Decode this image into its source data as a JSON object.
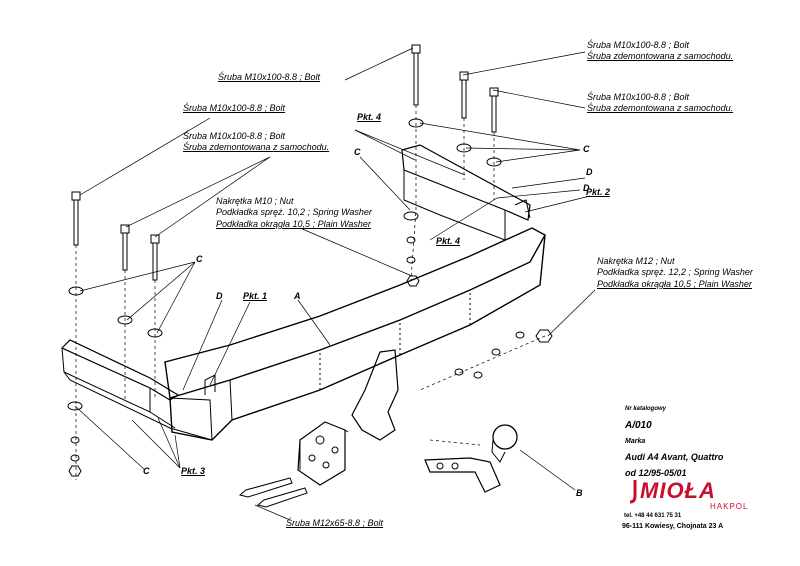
{
  "labels": {
    "bolt_top_center": "Śruba M10x100-8.8 ;  Bolt",
    "bolt_left_single": "Śruba M10x100-8.8 ;  Bolt",
    "bolt_left_removed_1": "Śruba M10x100-8.8 ;  Bolt",
    "bolt_left_removed_2": "Śruba zdemontowana z samochodu.",
    "bolt_right_1a": "Śruba M10x100-8.8 ;  Bolt",
    "bolt_right_1b": "Śruba zdemontowana z samochodu.",
    "bolt_right_2a": "Śruba M10x100-8.8 ;  Bolt",
    "bolt_right_2b": "Śruba zdemontowana z samochodu.",
    "nut_m10_1": "Nakrętka  M10 ; Nut",
    "nut_m10_2": "Podkładka spręż. 10,2 ; Spring Washer",
    "nut_m10_3": "Podkładka okrągła 10,5 ; Plain Washer",
    "nut_m12_1": "Nakrętka  M12 ; Nut",
    "nut_m12_2": "Podkładka spręż. 12,2 ; Spring Washer",
    "nut_m12_3": "Podkładka okrągła 10,5 ; Plain Washer",
    "bolt_m12": "Śruba M12x65-8.8 ;  Bolt"
  },
  "tags": {
    "pkt4_top": "Pkt. 4",
    "pkt4_mid": "Pkt. 4",
    "pkt2": "Pkt. 2",
    "pkt1": "Pkt. 1",
    "pkt3": "Pkt. 3",
    "c_top_left": "C",
    "c_right": "C",
    "c_left": "C",
    "c_bottom": "C",
    "d_right_1": "D",
    "d_right_2": "D",
    "d_left": "D",
    "a": "A",
    "b": "B"
  },
  "info": {
    "catalog_label": "Nr katalogowy",
    "catalog_no": "A/010",
    "brand_label": "Marka",
    "model": "Audi A4 Avant, Quattro",
    "years": "od 12/95-05/01",
    "logo": "MIOŁA",
    "logo_sub": "HAKPOL",
    "phone": "tel. +48 44 631 75 31",
    "address": "96-111 Kowiesy, Chojnata 23 A"
  },
  "colors": {
    "logo": "#c8102e",
    "line": "#000000"
  }
}
